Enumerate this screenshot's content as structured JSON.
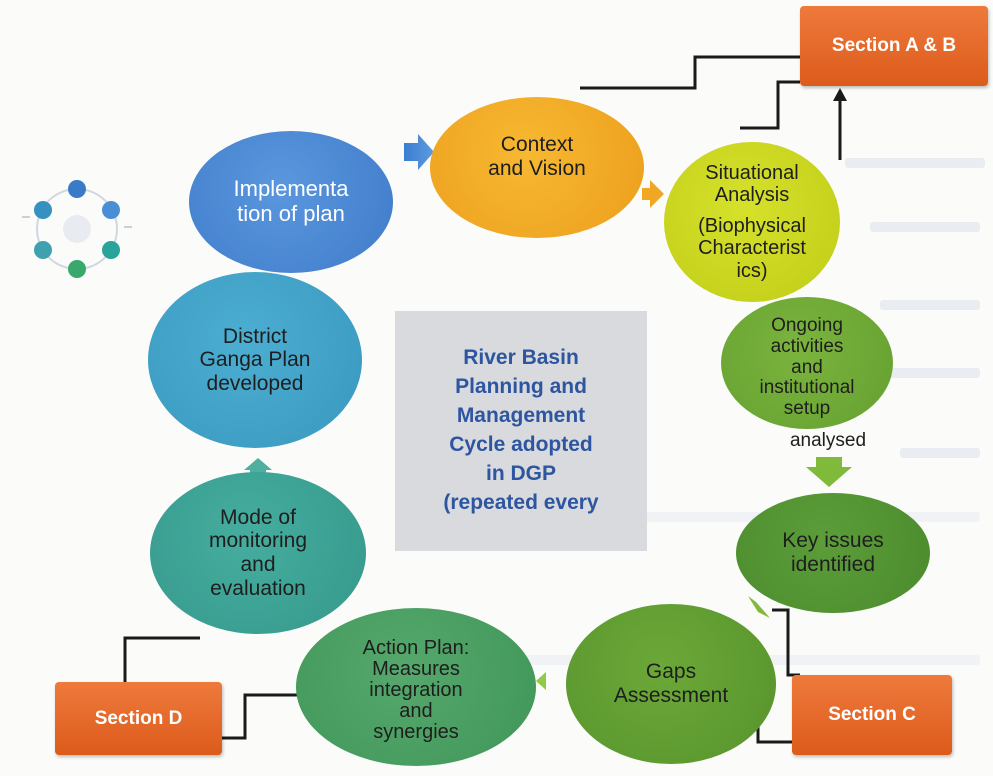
{
  "colors": {
    "accent_orange": "#e3652a",
    "blue_node": "#4a86d2",
    "amber_node": "#f0a824",
    "yellow_node": "#c9d419",
    "green_node": "#6aa637",
    "teal_node": "#45a9a0",
    "center_text": "#2e55a0"
  },
  "sections": {
    "ab": "Section A & B",
    "c": "Section C",
    "d": "Section D"
  },
  "center_title": "River Basin\nPlanning and\nManagement\nCycle adopted\nin DGP\n(repeated every",
  "nodes": {
    "implementation": "Implementa\ntion of plan",
    "context": "Context\nand Vision",
    "situational": "Situational\nAnalysis",
    "situational_detail": "(Biophysical\nCharacterist\nics)",
    "ongoing": "Ongoing\nactivities\nand\ninstitutional\nsetup",
    "ongoing_tail": "analysed",
    "key_issues": "Key issues\nidentified",
    "gaps": "Gaps\nAssessment",
    "action_plan": "Action Plan:\nMeasures\nintegration\nand\nsynergies",
    "monitoring": "Mode of\nmonitoring\nand\nevaluation",
    "district": "District\nGanga Plan\ndeveloped"
  },
  "thumbnail": {
    "icon": "cycle-diagram-thumbnail"
  }
}
